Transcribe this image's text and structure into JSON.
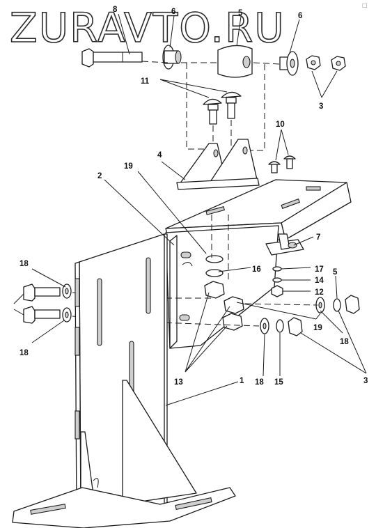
{
  "watermark": "ZURAVTO.RU",
  "corner_mark": "□",
  "labels": {
    "l8": "8",
    "l6a": "6",
    "l5a": "5",
    "l6b": "6",
    "l11": "11",
    "l3a": "3",
    "l10": "10",
    "l4": "4",
    "l19a": "19",
    "l2": "2",
    "l7": "7",
    "l18a": "18",
    "l16": "16",
    "l17": "17",
    "l5b": "5",
    "l14": "14",
    "l12": "12",
    "l19b": "19",
    "l18b": "18",
    "l18c": "18",
    "l13": "13",
    "l18d": "18",
    "l15": "15",
    "l3b": "3",
    "l1": "1"
  }
}
